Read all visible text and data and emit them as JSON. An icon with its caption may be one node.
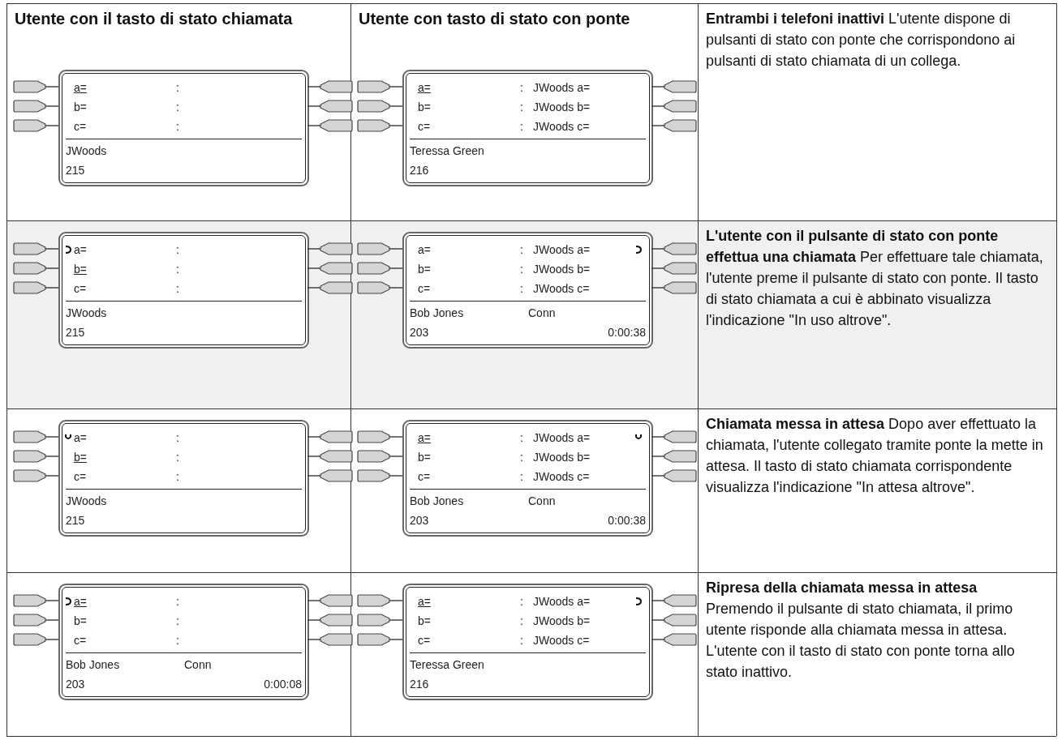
{
  "diagram": {
    "nodes": [
      {
        "text": [
          "a=",
          ":",
          "b=",
          ":",
          "c=",
          ":",
          "JWoods",
          "215"
        ]
      },
      {
        "text": [
          "a=",
          ":",
          "JWoods a=",
          "b=",
          ":",
          "JWoods b=",
          "c=",
          ":",
          "JWoods c=",
          "Teressa Green",
          "216"
        ]
      },
      {
        "text": [
          "a=",
          ":",
          "b=",
          ":",
          "c=",
          ":",
          "JWoods",
          "215"
        ]
      },
      {
        "text": [
          "a=",
          ":",
          "JWoods a=",
          "b=",
          ":",
          "JWoods b=",
          "c=",
          ":",
          "JWoods c=",
          "Bob Jones",
          "Conn",
          "203",
          "0:00:38"
        ]
      },
      {
        "text": [
          "a=",
          ":",
          "b=",
          ":",
          "c=",
          ":",
          "JWoods",
          "215"
        ]
      },
      {
        "text": [
          "a=",
          ":",
          "JWoods a=",
          "b=",
          ":",
          "JWoods b=",
          "c=",
          ":",
          "JWoods c=",
          "Bob Jones",
          "Conn",
          "203",
          "0:00:38"
        ]
      },
      {
        "text": [
          "a=",
          ":",
          "b=",
          ":",
          "c=",
          ":",
          "Bob Jones",
          "Conn",
          "203",
          "0:00:08"
        ]
      },
      {
        "text": [
          "a=",
          ":",
          "JWoods a=",
          "b=",
          ":",
          "JWoods b=",
          "c=",
          ":",
          "JWoods c=",
          "Teressa Green",
          "216"
        ]
      }
    ],
    "labels": [
      "Utente con il tasto di stato chiamata",
      "Utente con tasto di stato con ponte",
      "**Entrambi i telefoni inattivi** L'utente dispone di pulsanti di stato con ponte che corrispondono ai pulsanti di stato chiamata di un collega.",
      "**L'utente con il pulsante di stato con ponte effettua una chiamata** Per effettuare tale chiamata, l'utente preme il pulsante di stato con ponte. Il tasto di stato chiamata a cui è abbinato visualizza l'indicazione \"In uso altrove\".",
      "**Chiamata messa in attesa** Dopo aver effettuato la chiamata, l'utente collegato tramite ponte la mette in attesa. Il tasto di stato chiamata corrispondente visualizza l'indicazione \"In attesa altrove\".",
      "**Ripresa della chiamata messa in attesa** Premendo il pulsante di stato chiamata, il primo utente risponde alla chiamata messa in attesa. L'utente con il tasto di stato con ponte torna allo stato inattivo."
    ]
  }
}
